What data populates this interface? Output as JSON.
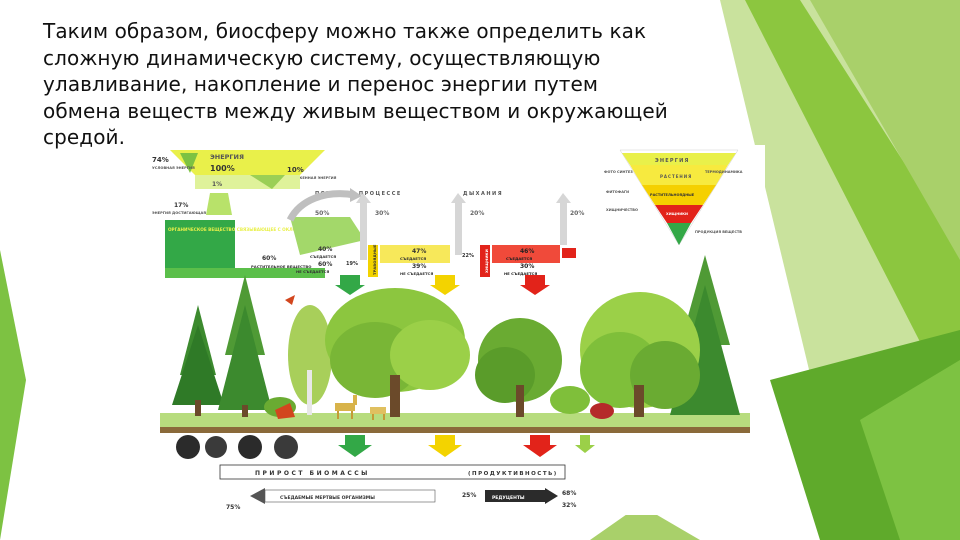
{
  "paragraph": {
    "lines": [
      "Таким образом, биосферу можно также определить как",
      "сложную динамическую систему, осуществляющую",
      "улавливание, накопление и перенос энергии путем",
      "обмена веществ между живым веществом и окружающей",
      "средой."
    ]
  },
  "figure": {
    "energy": {
      "title": "ЭНЕРГИЯ",
      "total": "100%",
      "left_pct": "74%",
      "left_caption": "УСЛОВНАЯ ЭНЕРГИЯ",
      "right_pct": "10%",
      "right_caption": "ОТРАЖЕННАЯ ЭНЕРГИЯ",
      "mid_pct": "1%",
      "usable_pct": "17%",
      "usable_caption": "ЭНЕРГИЯ ДОСТИГАЮЩАЯ ЗЕМЛИ"
    },
    "losses_header_1": "ПОТЕРИ В ПРОЦЕССЕ",
    "losses_header_2": "ДЫХАНИЯ",
    "loss_50": "50%",
    "loss_30": "30%",
    "loss_20a": "20%",
    "loss_20b": "20%",
    "organic_box": "ОРГАНИЧЕСКОЕ ВЕЩЕСТВО СВЯЗЫВАЮЩЕЕ С ОКЛОНЕНОЙ ЭНЕРГИЕЙ",
    "plant": {
      "pct_60": "60%",
      "caption": "РАСТИТЕЛЬНОЕ ВЕЩЕСТВО",
      "pct_40": "40%",
      "eaten": "СЪЕДАЕТСЯ",
      "pct_60b": "60%",
      "not_eaten": "НЕ СЪЕДАЕТСЯ"
    },
    "herb": {
      "side": "ТРАВОЯДНЫЕ",
      "pct_47": "47%",
      "eaten": "СЪЕДАЕТСЯ",
      "pct_39": "39%",
      "not_eaten": "НЕ СЪЕДАЕТСЯ",
      "pct_19": "19%",
      "pct_22": "22%"
    },
    "pred": {
      "side": "ХИЩНИКИ",
      "pct_46": "46%",
      "eaten": "СЪЕДАЕТСЯ",
      "pct_30": "30%",
      "not_eaten": "НЕ СЪЕДАЕТСЯ"
    },
    "pyramid": {
      "title": "ЭНЕРГИЯ",
      "level_1": "РАСТЕНИЯ",
      "level_2": "РАСТИТЕЛЬНОЯДНЫЕ",
      "level_3": "ХИЩНИКИ",
      "left_1": "ФОТО СИНТЕЗ",
      "left_2": "ФИТОФАГИ",
      "left_3": "ХИЩНИЧЕСТВО",
      "right_1": "ТЕРМОДИНАМИКА",
      "right_bottom": "ПРОДУКЦИЯ ВЕЩЕСТВ"
    },
    "growth": {
      "label": "ПРИРОСТ БИОМАССЫ",
      "productivity": "(ПРОДУКТИВНОСТЬ)"
    },
    "bottom": {
      "eaten_dead": "СЪЕДАЕМЫЕ МЕРТВЫЕ ОРГАНИЗМЫ",
      "pct_75": "75%",
      "pct_25": "25%",
      "reducers": "РЕДУЦЕНТЫ",
      "pct_68": "68%",
      "pct_32": "32%"
    }
  },
  "colors": {
    "accent_green": "#7dc242",
    "dark_green": "#2e7d32",
    "energy_yellow": "#e9f04a",
    "herb_yellow": "#f3d300",
    "pred_red": "#e2231a"
  }
}
